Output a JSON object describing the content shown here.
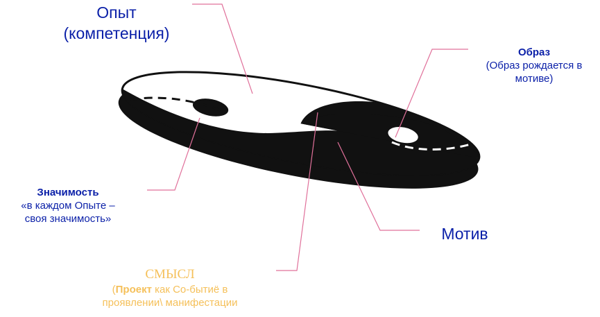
{
  "labels": {
    "opyt": {
      "line1": "Опыт",
      "line2": "(компетенция)"
    },
    "obraz": {
      "title": "Образ",
      "line1": "(Образ рождается в",
      "line2": "мотиве)"
    },
    "znachimost": {
      "title": "Значимость",
      "line1": "«в каждом Опыте –",
      "line2": "своя значимость»"
    },
    "motiv": {
      "title": "Мотив"
    },
    "smysl": {
      "title": "СМЫСЛ",
      "open": "(",
      "bold": "Проект",
      "line1_rest": " как Со-бытиё в",
      "line2": "проявлении\\ манифестации"
    }
  },
  "colors": {
    "label_blue": "#0a1fa8",
    "label_gold": "#f5c05a",
    "leader_line": "#e0709a",
    "ink": "#111111"
  }
}
